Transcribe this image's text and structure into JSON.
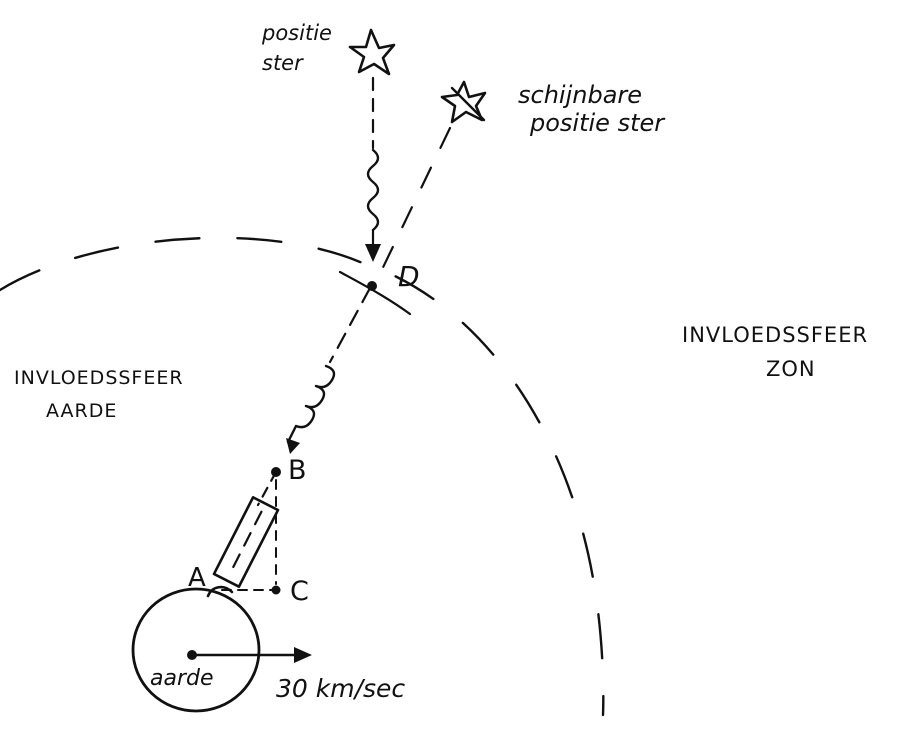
{
  "labels": {
    "star_position": [
      "positie",
      "ster"
    ],
    "apparent_position": [
      "schijnbare",
      "positie ster"
    ],
    "point_d": "D",
    "point_b": "B",
    "point_a": "A",
    "point_c": "C",
    "sphere_earth": [
      "INVLOEDSSFEER",
      "AARDE"
    ],
    "sphere_sun": [
      "INVLOEDSSFEER",
      "ZON"
    ],
    "earth": "aarde",
    "velocity": "30 km/sec"
  },
  "colors": {
    "ink": "#111111",
    "background": "#ffffff"
  },
  "icons": {
    "true_star": "star-icon",
    "apparent_star": "star-icon"
  }
}
